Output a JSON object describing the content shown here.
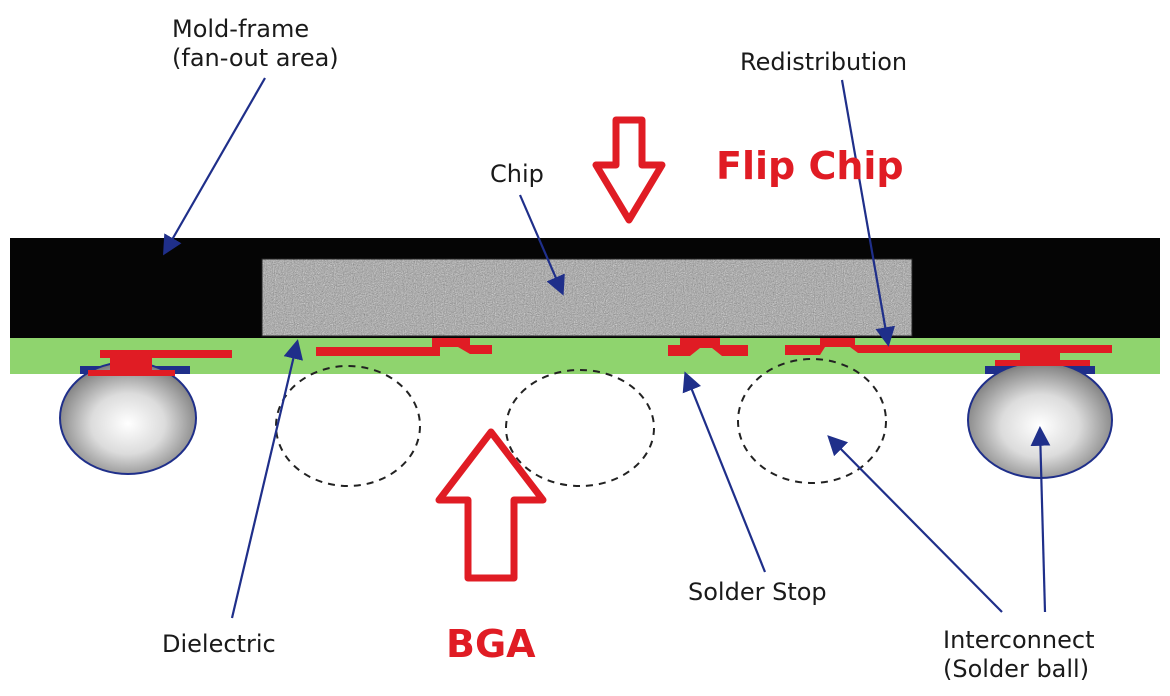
{
  "labels": {
    "mold_frame_line1": "Mold-frame",
    "mold_frame_line2": "(fan-out area)",
    "redistribution": "Redistribution",
    "chip": "Chip",
    "flip_chip": "Flip Chip",
    "dielectric": "Dielectric",
    "bga": "BGA",
    "solder_stop": "Solder Stop",
    "interconnect_line1": "Interconnect",
    "interconnect_line2": "(Solder ball)"
  },
  "colors": {
    "mold_frame": "#050505",
    "chip": "#9a9a9a",
    "dielectric_layer": "#8fd46e",
    "redistribution_trace": "#e01c24",
    "pad": "#1f2f8a",
    "arrow": "#1f2f8a",
    "outline_arrow": "#e01c24",
    "solder_ball": "#b8b8b8"
  }
}
